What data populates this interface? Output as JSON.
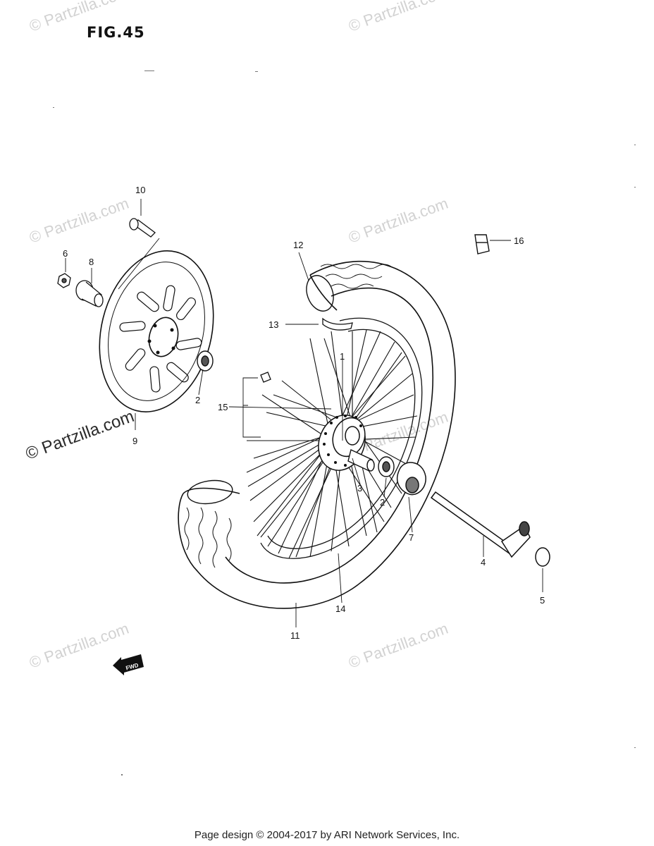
{
  "figure": {
    "title": "FIG.45"
  },
  "watermark": {
    "text": "© Partzilla.com"
  },
  "callouts": [
    "1",
    "2",
    "2",
    "3",
    "4",
    "5",
    "6",
    "7",
    "8",
    "9",
    "10",
    "11",
    "12",
    "13",
    "14",
    "15",
    "16"
  ],
  "badge": {
    "fwd_label": "FWD"
  },
  "footer": {
    "text": "Page design © 2004-2017 by ARI Network Services, Inc."
  }
}
